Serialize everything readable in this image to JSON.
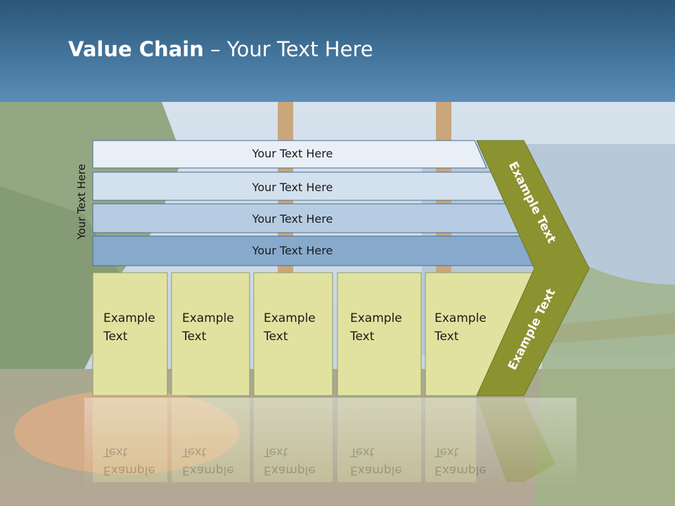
{
  "slide": {
    "title_bold": "Value Chain",
    "title_rest": " – Your Text Here"
  },
  "diagram": {
    "vertical_label": "Your Text Here",
    "bars": [
      {
        "label": "Your Text Here",
        "fill": "#e8eff7"
      },
      {
        "label": "Your Text Here",
        "fill": "#d3e0ee"
      },
      {
        "label": "Your Text Here",
        "fill": "#b6cce2"
      },
      {
        "label": "Your Text Here",
        "fill": "#87aacc"
      }
    ],
    "cells": [
      {
        "line1": "Example",
        "line2": "Text"
      },
      {
        "line1": "Example",
        "line2": "Text"
      },
      {
        "line1": "Example",
        "line2": "Text"
      },
      {
        "line1": "Example",
        "line2": "Text"
      },
      {
        "line1": "Example",
        "line2": "Text"
      }
    ],
    "chevron_top_label": "Example Text",
    "chevron_bottom_label": "Example Text",
    "colors": {
      "cell_fill": "#e2e2a0",
      "chevron": "#8a9330",
      "header": "#3f6f95"
    }
  }
}
